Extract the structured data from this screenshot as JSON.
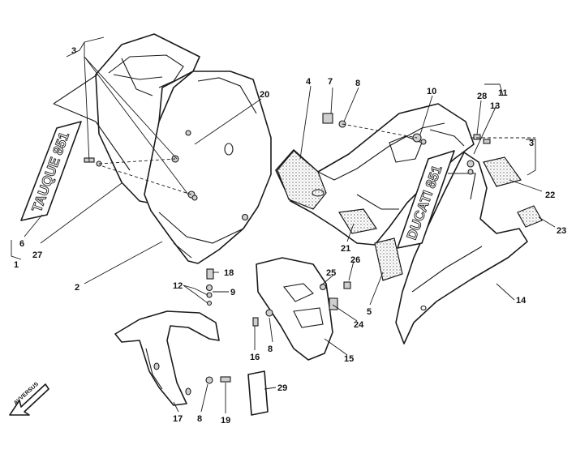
{
  "decals": {
    "left": "TAUQUE 851",
    "right": "DUCATI 851"
  },
  "direction_label": "AVVERSUS",
  "callouts": [
    {
      "id": "c1",
      "label": "1"
    },
    {
      "id": "c2",
      "label": "2"
    },
    {
      "id": "c3a",
      "label": "3"
    },
    {
      "id": "c3b",
      "label": "3"
    },
    {
      "id": "c4",
      "label": "4"
    },
    {
      "id": "c5",
      "label": "5"
    },
    {
      "id": "c6",
      "label": "6"
    },
    {
      "id": "c7",
      "label": "7"
    },
    {
      "id": "c8a",
      "label": "8"
    },
    {
      "id": "c8b",
      "label": "8"
    },
    {
      "id": "c8c",
      "label": "8"
    },
    {
      "id": "c9",
      "label": "9"
    },
    {
      "id": "c10",
      "label": "10"
    },
    {
      "id": "c11",
      "label": "11"
    },
    {
      "id": "c12",
      "label": "12"
    },
    {
      "id": "c13",
      "label": "13"
    },
    {
      "id": "c14",
      "label": "14"
    },
    {
      "id": "c15",
      "label": "15"
    },
    {
      "id": "c16",
      "label": "16"
    },
    {
      "id": "c17",
      "label": "17"
    },
    {
      "id": "c18",
      "label": "18"
    },
    {
      "id": "c19",
      "label": "19"
    },
    {
      "id": "c20",
      "label": "20"
    },
    {
      "id": "c21",
      "label": "21"
    },
    {
      "id": "c22",
      "label": "22"
    },
    {
      "id": "c23",
      "label": "23"
    },
    {
      "id": "c24",
      "label": "24"
    },
    {
      "id": "c25",
      "label": "25"
    },
    {
      "id": "c26",
      "label": "26"
    },
    {
      "id": "c27",
      "label": "27"
    },
    {
      "id": "c28",
      "label": "28"
    },
    {
      "id": "c29",
      "label": "29"
    }
  ]
}
